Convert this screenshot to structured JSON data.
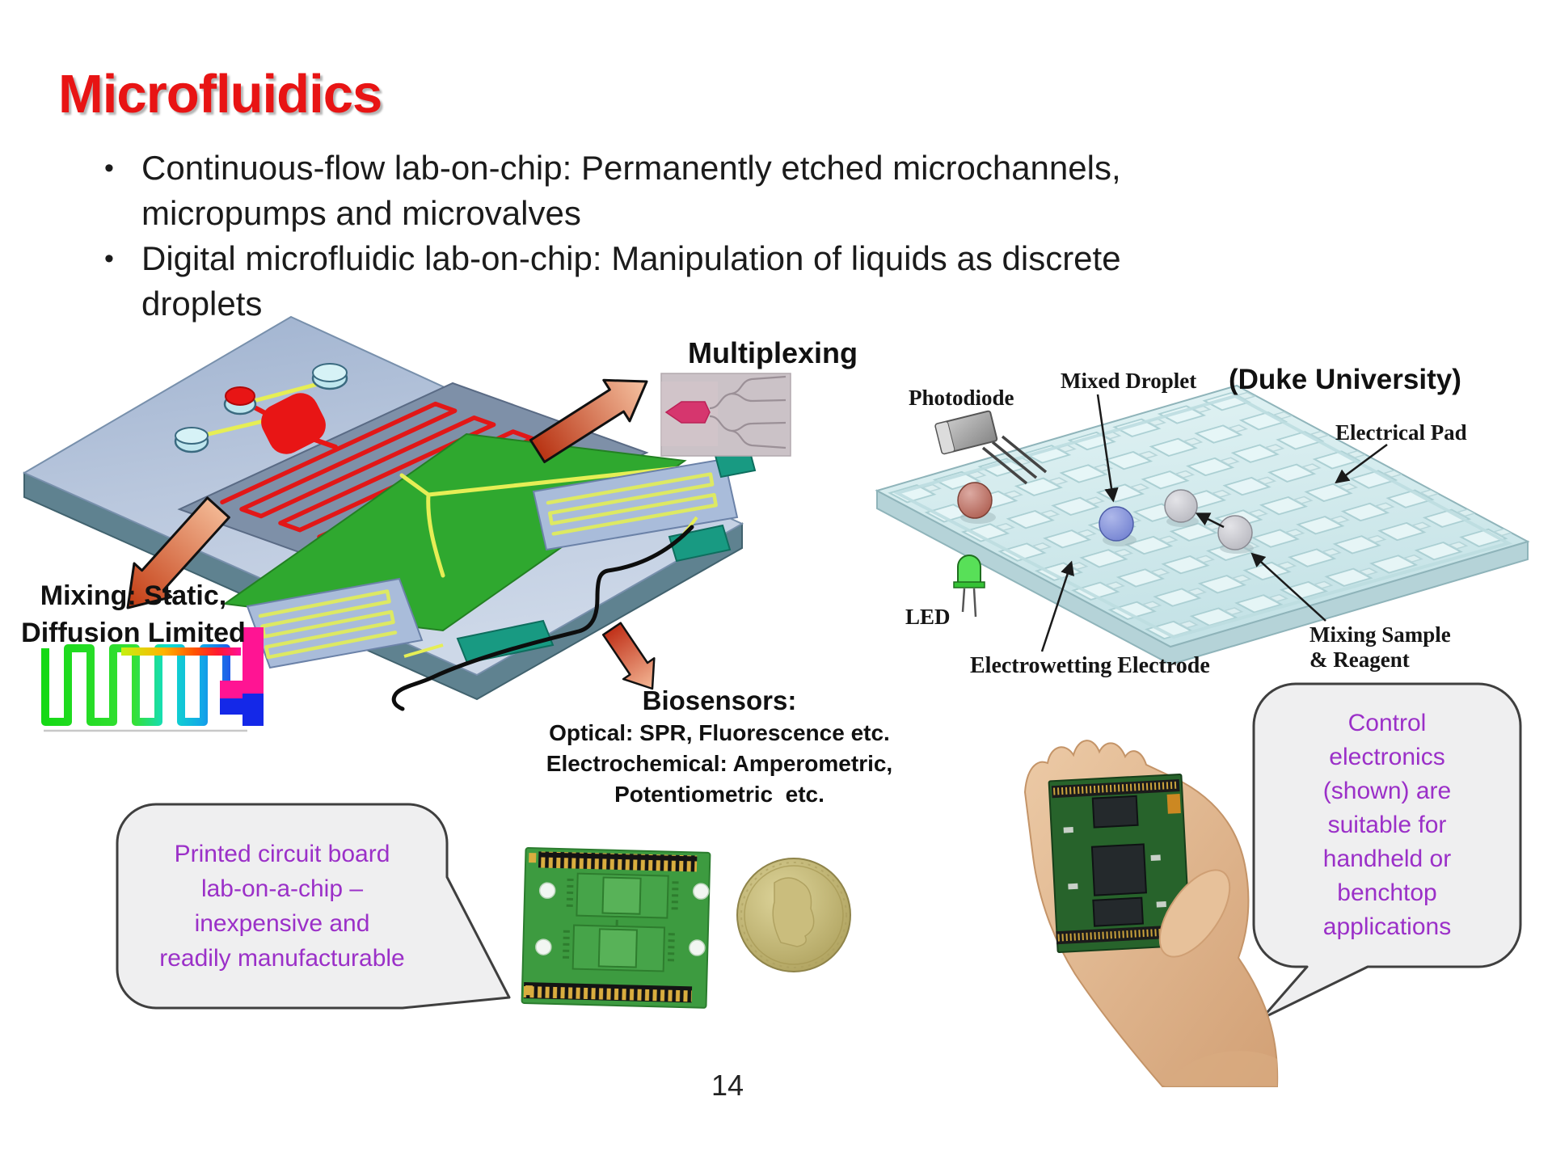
{
  "slide": {
    "title": "Microfluidics",
    "bullet_marker": "•",
    "page_number": "14",
    "bullets": [
      {
        "line1": "Continuous-flow lab-on-chip: Permanently etched microchannels,",
        "line2": "micropumps and microvalves"
      },
      {
        "line1": "Digital microfluidic lab-on-chip: Manipulation of liquids as discrete",
        "line2": "droplets"
      }
    ]
  },
  "continuous_flow_figure": {
    "multiplexing_label": "Multiplexing",
    "mixing_label_line1": "Mixing: Static,",
    "mixing_label_line2": "Diffusion Limited",
    "biosensors_title": "Biosensors:",
    "biosensors_line1": "Optical: SPR, Fluorescence etc.",
    "biosensors_line2": "Electrochemical: Amperometric,",
    "biosensors_line3": "Potentiometric  etc."
  },
  "digital_figure": {
    "credit": "(Duke University)",
    "labels": {
      "photodiode": "Photodiode",
      "mixed_droplet": "Mixed Droplet",
      "electrical_pad": "Electrical Pad",
      "led": "LED",
      "electrowetting_electrode": "Electrowetting Electrode",
      "mixing_sample_line1": "Mixing Sample",
      "mixing_sample_line2": "& Reagent"
    }
  },
  "callouts": {
    "pcb_lines": [
      "Printed circuit board",
      "lab-on-a-chip –",
      "inexpensive and",
      "readily manufacturable"
    ],
    "control_lines": [
      "Control",
      "electronics",
      "(shown) are",
      "suitable for",
      "handheld or",
      "benchtop",
      "applications"
    ]
  },
  "colors": {
    "title_red": "#e81414",
    "callout_purple": "#9b30c8",
    "arrow_orange": "#d4542e",
    "teal_pad": "#189a82",
    "chip_green": "#2fa82f"
  }
}
